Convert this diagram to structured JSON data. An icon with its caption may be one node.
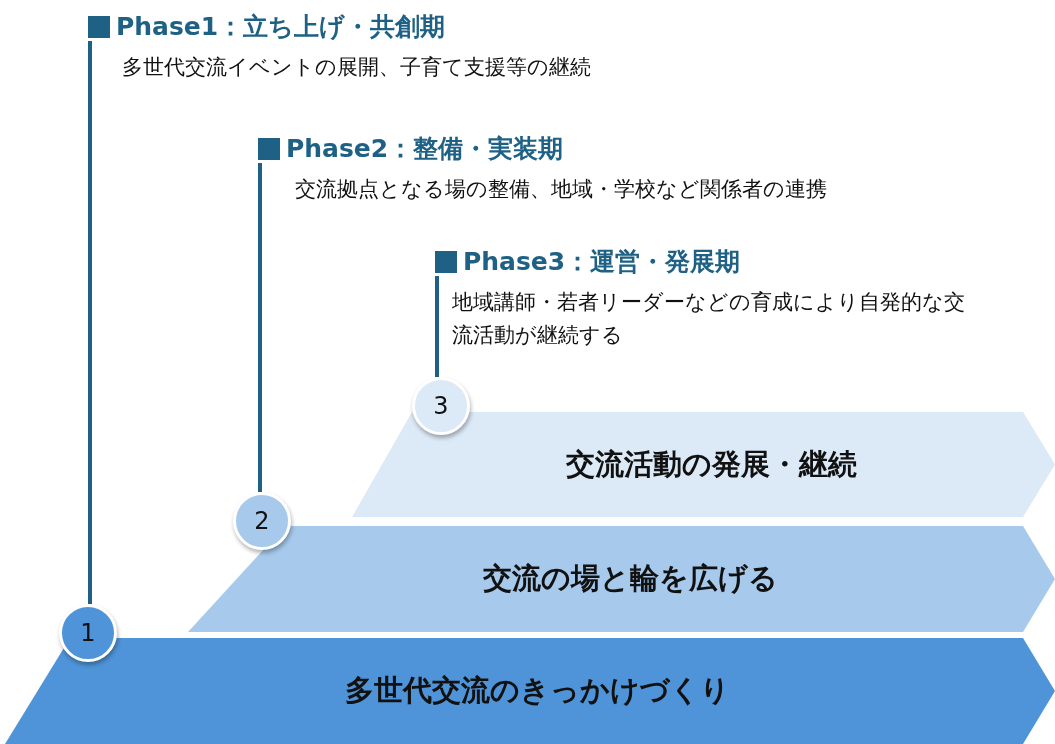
{
  "diagram": {
    "nodes": [
      {
        "text": [
          "Phase1：立ち上げ・共創期",
          "多世代交流イベントの展開、子育て支援等の継続"
        ]
      },
      {
        "text": [
          "Phase2：整備・実装期",
          "交流拠点となる場の整備、地域・学校など関係者の連携"
        ]
      },
      {
        "text": [
          "Phase3：運営・発展期",
          "地域講師・若者リーダーなどの育成により自発的な交流活動が継続する"
        ]
      },
      {
        "text": [
          "3"
        ]
      },
      {
        "text": [
          "交流活動の発展・継続"
        ]
      },
      {
        "text": [
          "2"
        ]
      },
      {
        "text": [
          "交流の場と輪を広げる"
        ]
      },
      {
        "text": [
          "1"
        ]
      },
      {
        "text": [
          "多世代交流のきっかけづくり"
        ]
      }
    ],
    "edges": [
      {
        "from": 0,
        "to": 7,
        "arrow": "none"
      },
      {
        "from": 1,
        "to": 5,
        "arrow": "none"
      },
      {
        "from": 2,
        "to": 3,
        "arrow": "none"
      }
    ]
  }
}
